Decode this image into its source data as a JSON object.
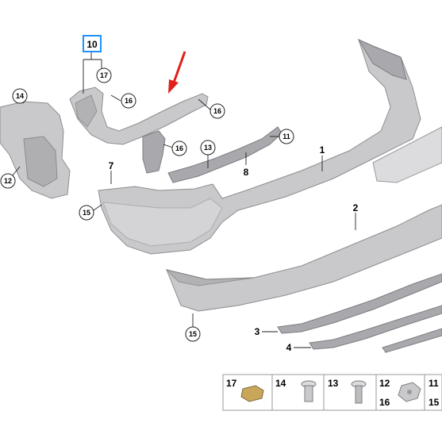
{
  "callouts": {
    "c10": "10",
    "c17a": "17",
    "c16a": "16",
    "c16b": "16",
    "c16c": "16",
    "c14": "14",
    "c12": "12",
    "c13": "13",
    "c11": "11",
    "c8": "8",
    "c7": "7",
    "c1": "1",
    "c2": "2",
    "c15a": "15",
    "c15b": "15",
    "c3": "3",
    "c4": "4"
  },
  "legend": {
    "cells": [
      {
        "top": "17",
        "bottom": ""
      },
      {
        "top": "14",
        "bottom": ""
      },
      {
        "top": "13",
        "bottom": ""
      },
      {
        "top": "12",
        "bottom": "16"
      },
      {
        "top": "11",
        "bottom": "15"
      }
    ]
  },
  "colors": {
    "highlight_box": "#1e90ff",
    "arrow": "#e0201b",
    "part": "#c9c9cb"
  }
}
